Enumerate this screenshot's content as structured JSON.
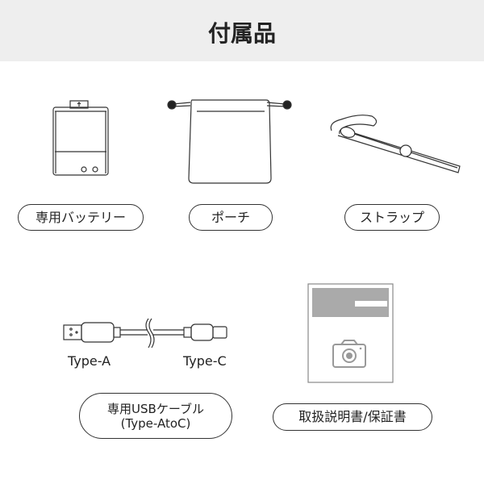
{
  "header": {
    "title": "付属品"
  },
  "items": [
    {
      "label": "専用バッテリー",
      "icon": "battery-icon"
    },
    {
      "label": "ポーチ",
      "icon": "pouch-icon"
    },
    {
      "label": "ストラップ",
      "icon": "strap-icon"
    },
    {
      "label_line1": "専用USBケーブル",
      "label_line2": "(Type-AtoC)",
      "icon": "usb-cable-icon",
      "end_a": "Type-A",
      "end_c": "Type-C"
    },
    {
      "label": "取扱説明書/保証書",
      "icon": "manual-icon"
    }
  ]
}
